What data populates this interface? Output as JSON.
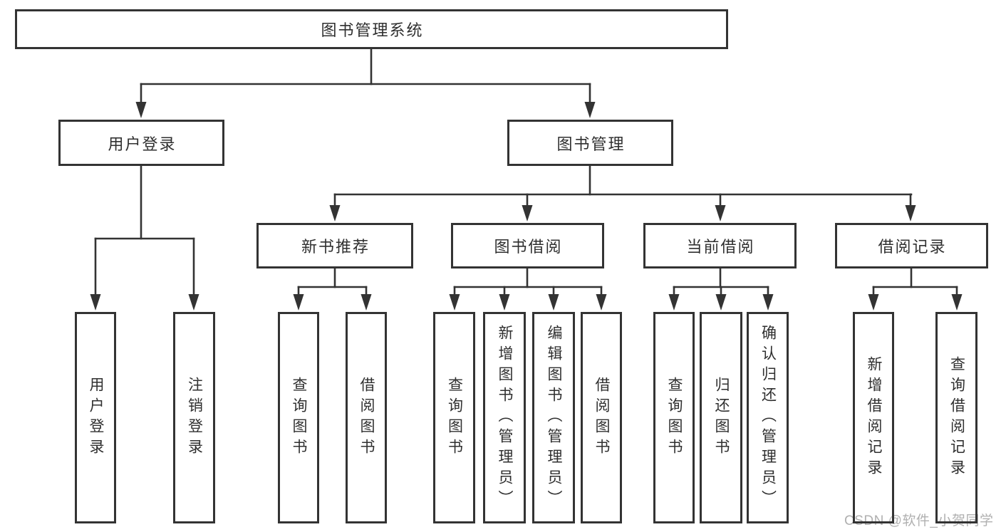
{
  "tree": {
    "root": "图书管理系统",
    "level2": {
      "user_login": "用户登录",
      "book_mgmt": "图书管理"
    },
    "level3": {
      "new_books": "新书推荐",
      "book_borrow": "图书借阅",
      "current_borrow": "当前借阅",
      "borrow_records": "借阅记录"
    },
    "leaves": {
      "user_login": [
        "用户登录",
        "注销登录"
      ],
      "new_books": [
        "查询图书",
        "借阅图书"
      ],
      "book_borrow": [
        "查询图书",
        "新增图书（管理员）",
        "编辑图书（管理员）",
        "借阅图书"
      ],
      "current_borrow": [
        "查询图书",
        "归还图书",
        "确认归还（管理员）"
      ],
      "borrow_records": [
        "新增借阅记录",
        "查询借阅记录"
      ]
    }
  },
  "watermark": "CSDN @软件_小贺同学",
  "colors": {
    "line": "#333333",
    "text": "#2f2f2f",
    "watermark": "#b0b0b0",
    "background": "#ffffff"
  }
}
